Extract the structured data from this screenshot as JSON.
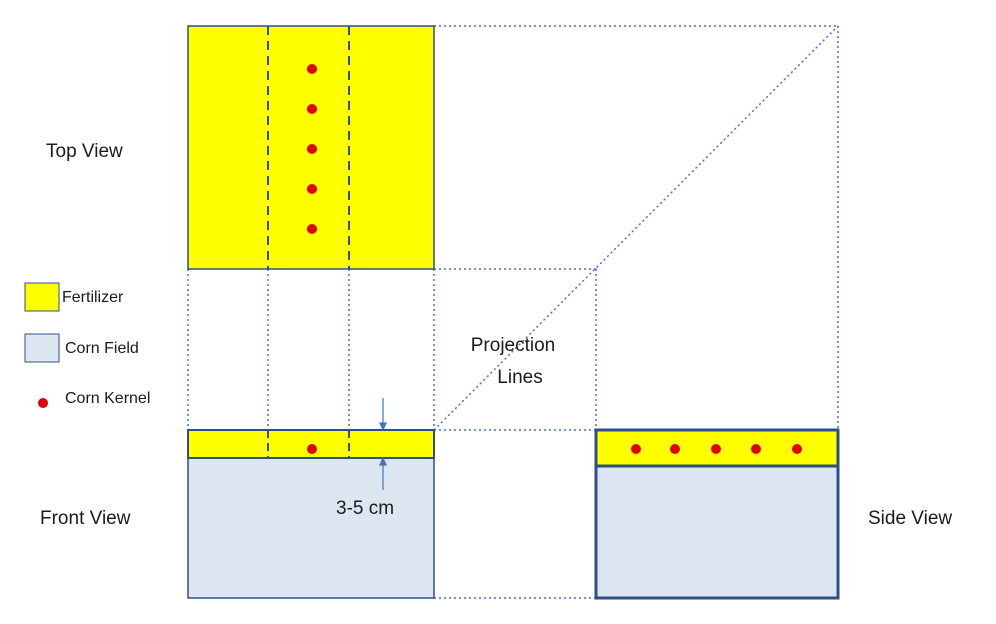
{
  "colors": {
    "fertilizer": "#ffff00",
    "corn_field": "#dce6f1",
    "corn_kernel": "#e00000",
    "outline": "#2e4f86",
    "projection": "#4472c4"
  },
  "views": {
    "top": "Top View",
    "front": "Front View",
    "side": "Side View"
  },
  "legend": {
    "fertilizer": "Fertilizer",
    "corn_field": "Corn Field",
    "corn_kernel": "Corn Kernel"
  },
  "projection": {
    "line1": "Projection",
    "line2": "Lines"
  },
  "dimension": {
    "label": "3-5 cm"
  },
  "icons": {
    "corn_kernel": "red-dot",
    "dimension_arrows": "arrow-up-down"
  },
  "counts": {
    "top_view_kernels": 5,
    "front_view_kernels": 1,
    "side_view_kernels": 5
  }
}
